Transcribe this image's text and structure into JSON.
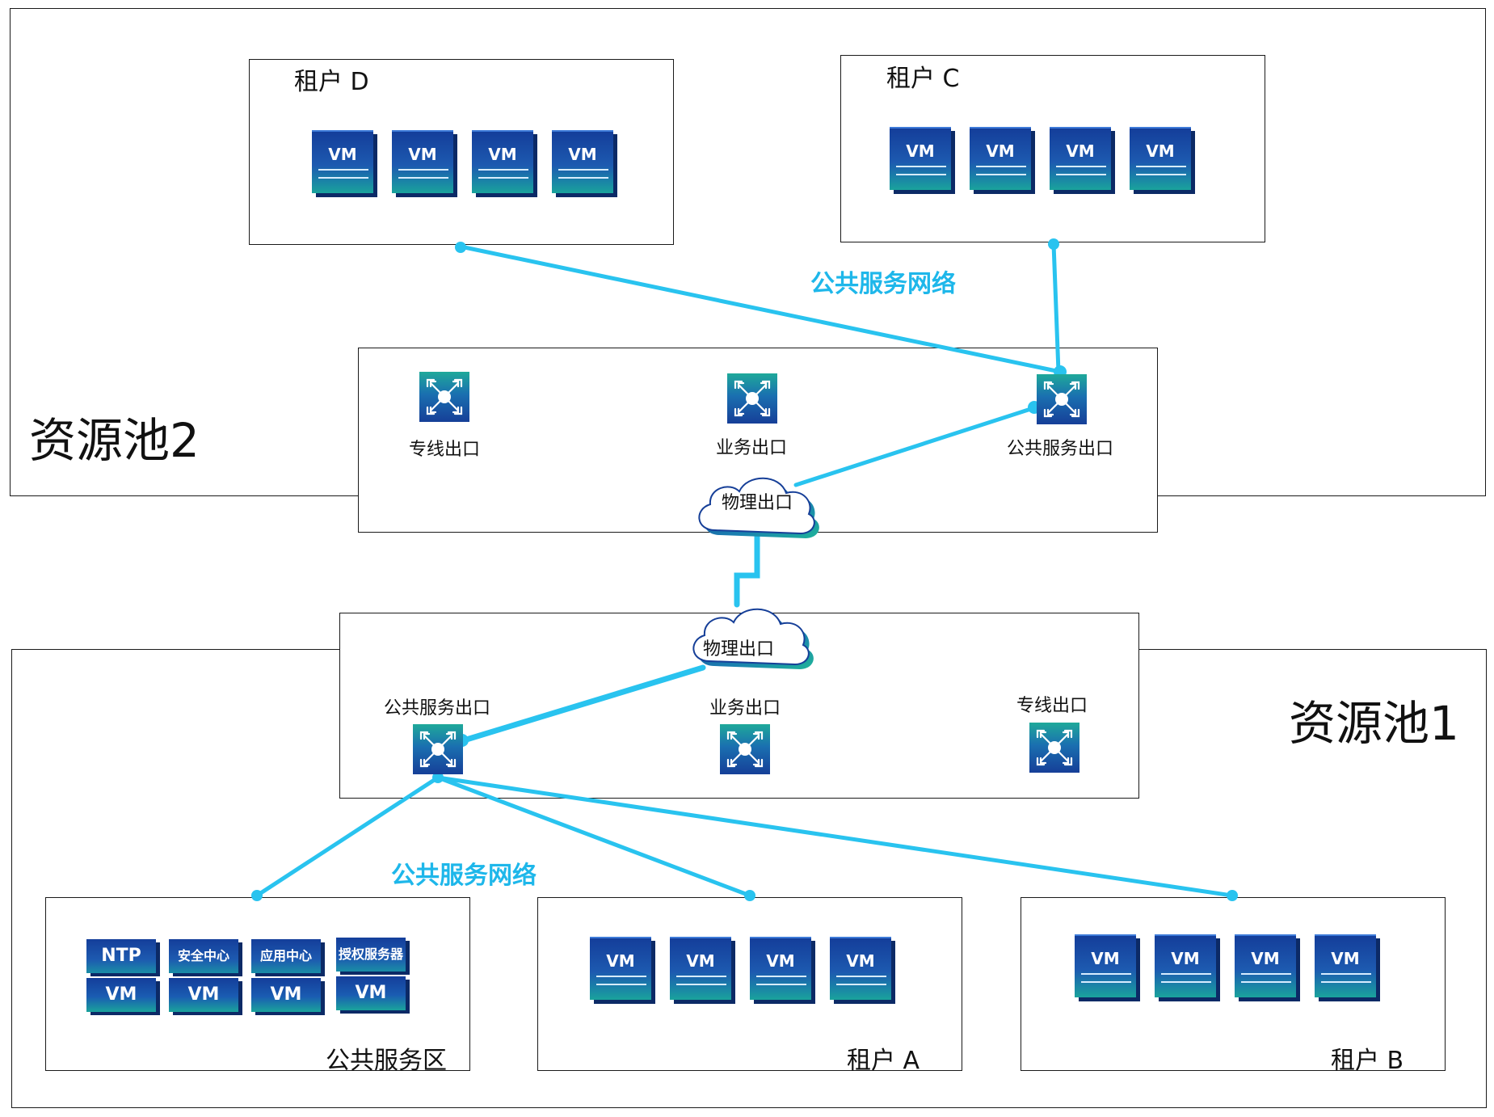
{
  "pools": {
    "pool2": {
      "label": "资源池2"
    },
    "pool1": {
      "label": "资源池1"
    }
  },
  "tenants": {
    "d": {
      "label": "租户 D",
      "vms": [
        "VM",
        "VM",
        "VM",
        "VM"
      ]
    },
    "c": {
      "label": "租户 C",
      "vms": [
        "VM",
        "VM",
        "VM",
        "VM"
      ]
    },
    "a": {
      "label": "租户 A",
      "vms": [
        "VM",
        "VM",
        "VM",
        "VM"
      ]
    },
    "b": {
      "label": "租户 B",
      "vms": [
        "VM",
        "VM",
        "VM",
        "VM"
      ]
    }
  },
  "public_zone": {
    "label": "公共服务区",
    "services": [
      {
        "name": "NTP",
        "vm": "VM"
      },
      {
        "name": "安全中心",
        "vm": "VM"
      },
      {
        "name": "应用中心",
        "vm": "VM"
      },
      {
        "name": "授权服务器",
        "vm": "VM"
      }
    ]
  },
  "exits_pool2": {
    "dedicated": "专线出口",
    "business": "业务出口",
    "public": "公共服务出口",
    "physical": "物理出口"
  },
  "exits_pool1": {
    "public": "公共服务出口",
    "business": "业务出口",
    "dedicated": "专线出口",
    "physical": "物理出口"
  },
  "networks": {
    "top": "公共服务网络",
    "bottom": "公共服务网络"
  },
  "colors": {
    "link": "#29c3ef",
    "vm_dark": "#143e9a",
    "vm_teal": "#1aa39c"
  },
  "icons": {
    "switch": "switch-icon",
    "cloud": "cloud-icon",
    "vm": "vm-icon"
  }
}
